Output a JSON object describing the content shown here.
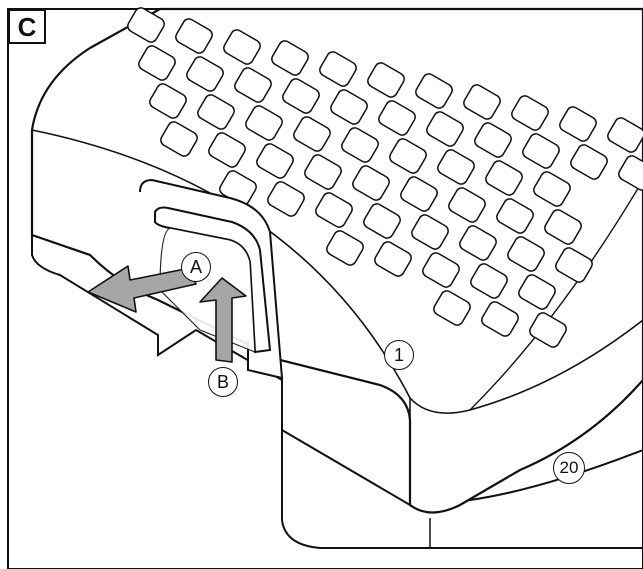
{
  "figure": {
    "panel_label": "C",
    "callouts": {
      "a": "A",
      "b": "B",
      "part_1": "1",
      "part_20": "20"
    },
    "colors": {
      "line": "#111111",
      "arrow_fill": "#a6a6a6",
      "background": "#ffffff"
    }
  }
}
